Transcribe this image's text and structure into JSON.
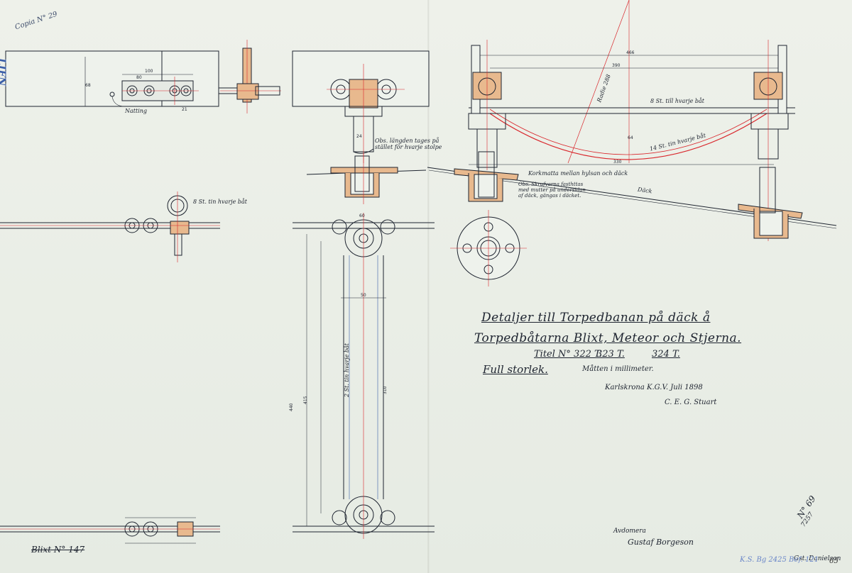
{
  "title": {
    "line1": "Detaljer till Torpedbanan på däck å",
    "line2": "Torpedbåtarna Blixt, Meteor och Stjerna.",
    "sub1": "Titel N° 322 T.",
    "sub2": "323 T.",
    "sub3": "324 T."
  },
  "scale_text": "Full storlek.",
  "units_text": "Måtten i millimeter.",
  "place_date": "Karlskrona K.G.V. Juli 1898",
  "author": "C. E. G. Stuart",
  "copy_mark": "Copia N° 29",
  "stamp": "LIFN",
  "blixt_label": "Blixt N° 147",
  "signature_role": "Avdomera",
  "signature_name": "Gustaf Borgeson",
  "signature_right": "Gst. Danielson",
  "catalog_number": "K.S. Bg 2425 Bef. 121",
  "page_number": "65",
  "drawing_number": "N° 69",
  "number_2": "7257",
  "notes": {
    "natting": "Natting",
    "st8_left": "8 St. tin hvarje båt",
    "obs_length": "Obs. längden tages på stället för hvarje stolpe",
    "st8_right": "8 St. till hvarje båt",
    "st14": "14 St. tin hvarje båt",
    "radie": "Radie 288",
    "korkmatta": "Korkmatta mellan hylsan och däck",
    "obs_skrufvarna": "Obs. Skrufvarna fasthttas med mutter på undersidan af däck, gängas i däcket.",
    "dack": "Däck",
    "st2": "2 St. tin hvarje båt"
  },
  "dimensions": {
    "d68": "68",
    "d100": "100",
    "d80": "80",
    "d21": "21",
    "d466": "466",
    "d390": "390",
    "d330": "330",
    "d64": "64",
    "d60": "60",
    "d24": "24",
    "d440": "440",
    "d415": "415",
    "d310": "310",
    "d50": "50"
  },
  "colors": {
    "ink": "#1e2430",
    "red_line": "#d9262b",
    "blue_line": "#3a5ea8",
    "copper_fill": "#e8b98e",
    "paper": "#e9ede6"
  }
}
